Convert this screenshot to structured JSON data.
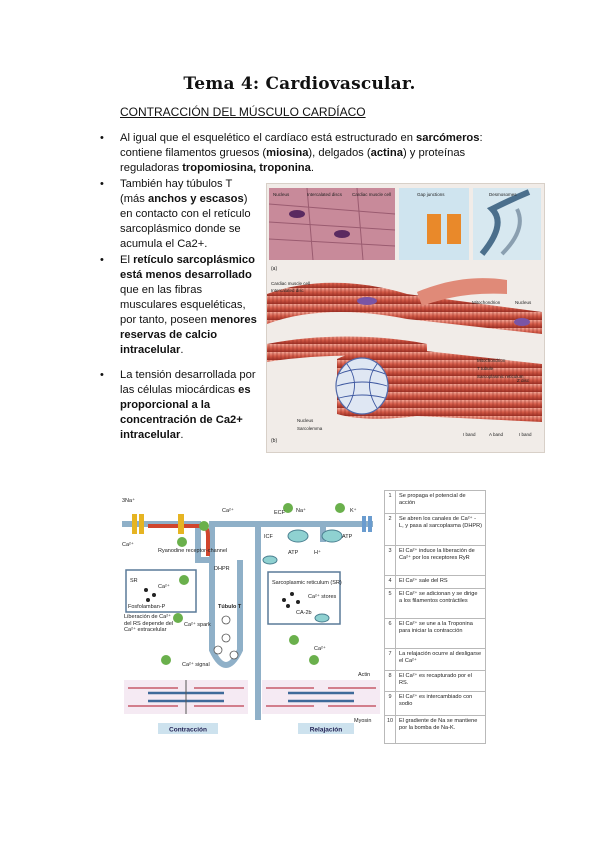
{
  "document": {
    "title": "Tema 4: Cardiovascular.",
    "subtitle": "CONTRACCIÓN DEL MÚSCULO CARDÍACO"
  },
  "bullets": {
    "b1": {
      "p1": "Al igual que el esquelético el cardíaco está estructurado en ",
      "s1": "sarcómeros",
      "p2": ": contiene filamentos gruesos (",
      "s2": "miosina",
      "p3": "), delgados (",
      "s3": "actina",
      "p4": ") y proteínas reguladoras ",
      "s4": "tropomiosina, troponina",
      "p5": "."
    },
    "b2": {
      "p1": "También hay túbulos T (más ",
      "s1": "anchos y escasos",
      "p2": ") en contacto con el retículo sarcoplásmico donde se acumula el Ca2+."
    },
    "b3": {
      "p1": "El ",
      "s1": "retículo sarcoplásmico está menos desarrollado",
      "p2": " que en las fibras musculares esqueléticas, por tanto, poseen ",
      "s2": "menores reservas de calcio intracelular",
      "p3": "."
    },
    "b4": {
      "p1": "La tensión desarrollada por las células miocárdicas ",
      "s1": "es proporcional a la concentración de Ca2+ intracelular",
      "p2": "."
    }
  },
  "figure1": {
    "label_a": "(a)",
    "label_b": "(b)",
    "top_labels": [
      "Nucleus",
      "Intercalated discs",
      "Cardiac muscle cell",
      "Gap junctions",
      "Desmosomes"
    ],
    "mid_labels": [
      "Cardiac muscle cell",
      "Intercalated disc",
      "Mitochondrion",
      "Nucleus"
    ],
    "bottom_labels": [
      "Mitochondrion",
      "T tubule",
      "Sarcoplasmic reticulum",
      "Z disc",
      "Nucleus",
      "Sarcolemma",
      "I band",
      "A band",
      "I band"
    ]
  },
  "figure2": {
    "labels": {
      "na3": "3Na⁺",
      "ca_left": "Ca²⁺",
      "ryanodine": "Ryanodine receptor-channel",
      "sr": "SR",
      "ca_sr": "Ca²⁺",
      "fosfolamban": "Fosfolamban-P",
      "liberacion": "Liberación de Ca²⁺ del RS depende del Ca²⁺ extracelular",
      "spark": "Ca²⁺ spark",
      "signal": "Ca²⁺ signal",
      "dhpr": "DHPR",
      "tubulo": "Túbulo T",
      "ecf": "ECF",
      "icf": "ICF",
      "ca_top": "Ca²⁺",
      "na_top": "Na⁺",
      "k_top": "K⁺",
      "atp1": "ATP",
      "atp2": "ATP",
      "h": "H⁺",
      "sarco_title": "Sarcoplasmic reticulum (SR)",
      "ca_stores": "Ca²⁺ stores",
      "ca2b": "CA-2b",
      "ca_bottom": "Ca²⁺",
      "actin": "Actin",
      "myosin": "Myosin",
      "contraccion": "Contracción",
      "relajacion": "Relajación"
    },
    "steps": [
      {
        "n": "1",
        "text": "Se propaga el potencial de acción"
      },
      {
        "n": "2",
        "text": "Se abren los canales de Ca²⁺ - L, y pasa al sarcoplasma (DHPR)"
      },
      {
        "n": "3",
        "text": "El Ca²⁺ induce la liberación de Ca²⁺ por los receptores RyR"
      },
      {
        "n": "4",
        "text": "El Ca²⁺ sale del RS"
      },
      {
        "n": "5",
        "text": "El Ca²⁺ se adicionan y se dirige a los filamentos contráctiles"
      },
      {
        "n": "6",
        "text": "El Ca²⁺ se une a la Troponina para iniciar la contracción"
      },
      {
        "n": "7",
        "text": "La relajación ocurre al desligarse el Ca²⁺"
      },
      {
        "n": "8",
        "text": "El Ca²⁺ es recapturado por el RS."
      },
      {
        "n": "9",
        "text": "El Ca²⁺ es intercambiado con sodio"
      },
      {
        "n": "10",
        "text": "El gradiente de Na se mantiene por la bomba de Na-K."
      }
    ]
  }
}
